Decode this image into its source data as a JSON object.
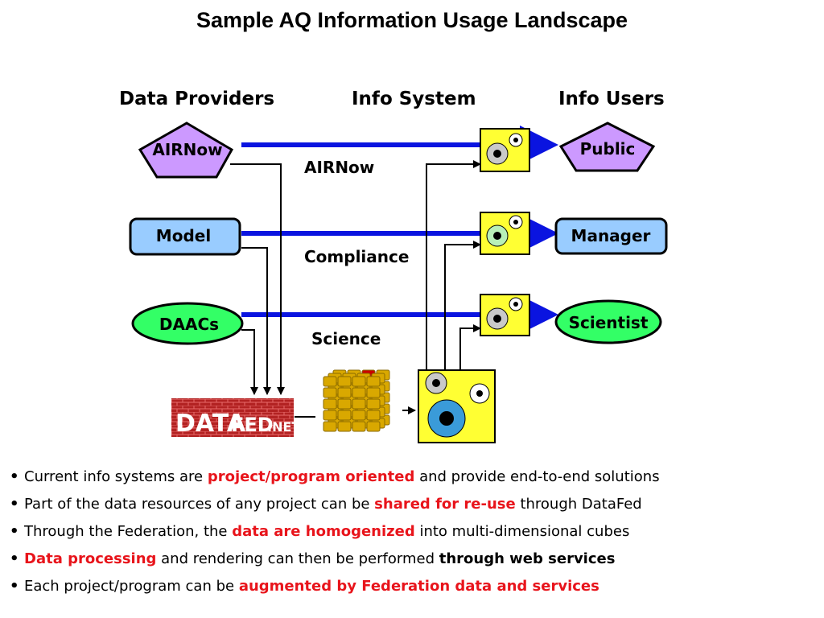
{
  "title": "Sample AQ Information Usage Landscape",
  "columns": {
    "providers": "Data Providers",
    "system": "Info System",
    "users": "Info Users"
  },
  "providers": {
    "airnow": "AIRNow",
    "model": "Model",
    "daacs": "DAACs"
  },
  "flows": {
    "airnow": "AIRNow",
    "compliance": "Compliance",
    "science": "Science"
  },
  "users": {
    "public": "Public",
    "manager": "Manager",
    "scientist": "Scientist"
  },
  "logo": {
    "part1": "DATA",
    "part2": "FED",
    "part3": ".NET"
  },
  "colors": {
    "flow_arrow": "#0a14e0",
    "highlight": "#e8141b",
    "pentagon": "#cc99ff",
    "rounded_box": "#99ccff",
    "ellipse": "#33ff66",
    "processor_box": "#ffff33",
    "cube": "#d9a800"
  },
  "bullets": [
    {
      "t1": "Current info systems are ",
      "h1": "project/program oriented",
      "t2": " and provide end-to-end solutions"
    },
    {
      "t1": "Part of the data resources of any project can be ",
      "h1": "shared for re-use",
      "t2": " through DataFed"
    },
    {
      "t1": "Through the Federation, the ",
      "h1": "data are homogenized",
      "t2": " into multi-dimensional cubes"
    },
    {
      "h1": "Data processing",
      "t1": " and rendering can then be performed ",
      "b1": "through web services"
    },
    {
      "t1": "Each project/program can be ",
      "h1": "augmented by Federation data and services"
    }
  ]
}
